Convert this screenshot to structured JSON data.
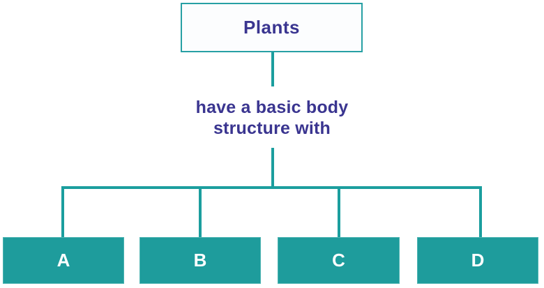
{
  "diagram": {
    "root_label": "Plants",
    "connector_label": {
      "line1": "have a basic body",
      "line2": "structure with"
    },
    "children": [
      {
        "label": "A"
      },
      {
        "label": "B"
      },
      {
        "label": "C"
      },
      {
        "label": "D"
      }
    ],
    "colors": {
      "line_teal": "#1b9e9e",
      "child_box_fill": "#1e9c9c",
      "root_box_fill": "#fcfdfe",
      "root_box_border": "#27a0a4",
      "text_indigo": "#3a3590",
      "child_label_text": "#ffffff"
    }
  }
}
